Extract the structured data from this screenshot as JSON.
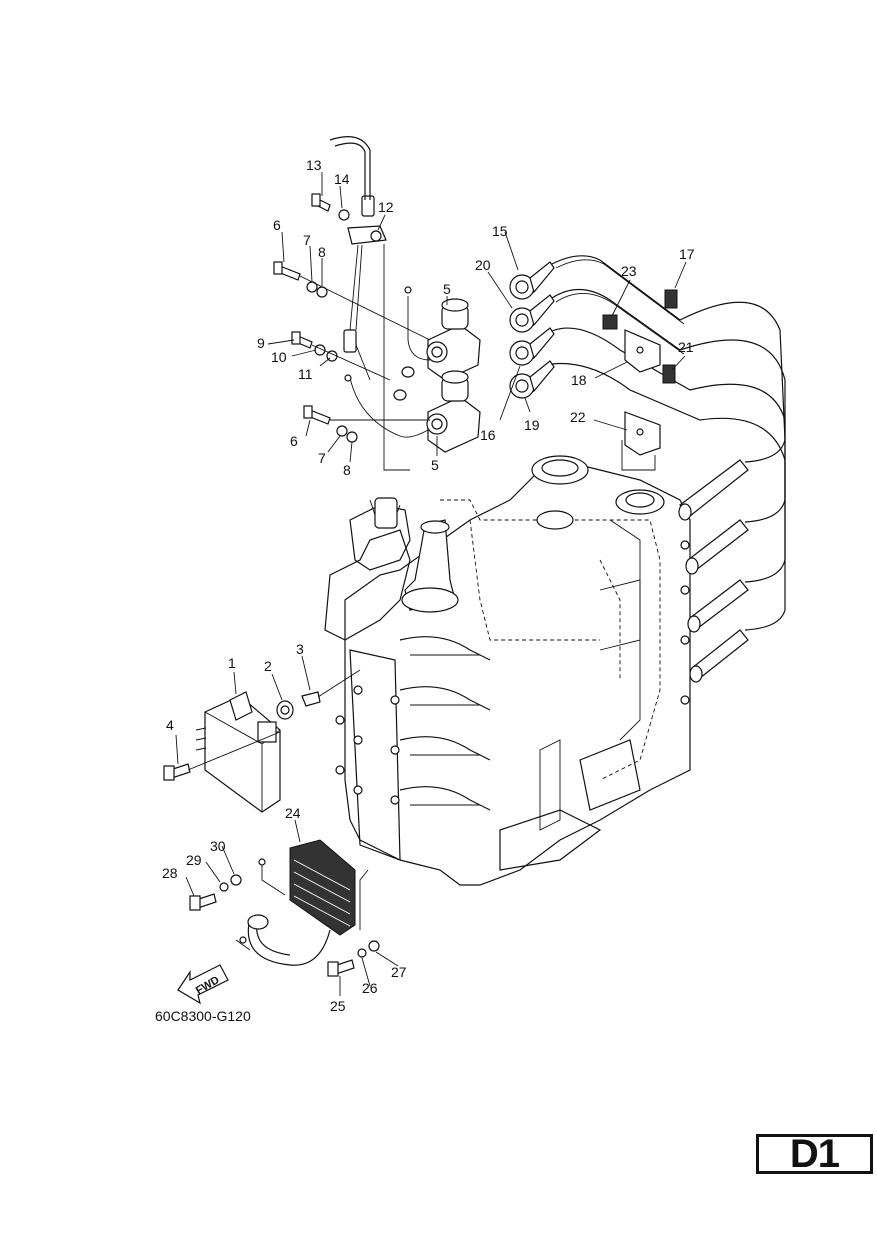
{
  "diagram": {
    "code": "60C8300-G120",
    "direction_label": "FWD",
    "page_badge": "D1",
    "callouts": {
      "p1": "1",
      "p2": "2",
      "p3": "3",
      "p4": "4",
      "p5a": "5",
      "p5b": "5",
      "p6a": "6",
      "p6b": "6",
      "p7a": "7",
      "p7b": "7",
      "p8a": "8",
      "p8b": "8",
      "p9": "9",
      "p10": "10",
      "p11": "11",
      "p12": "12",
      "p13": "13",
      "p14": "14",
      "p15": "15",
      "p16": "16",
      "p17": "17",
      "p18": "18",
      "p19": "19",
      "p20": "20",
      "p21": "21",
      "p22": "22",
      "p23": "23",
      "p24": "24",
      "p25": "25",
      "p26": "26",
      "p27": "27",
      "p28": "28",
      "p29": "29",
      "p30": "30"
    }
  }
}
